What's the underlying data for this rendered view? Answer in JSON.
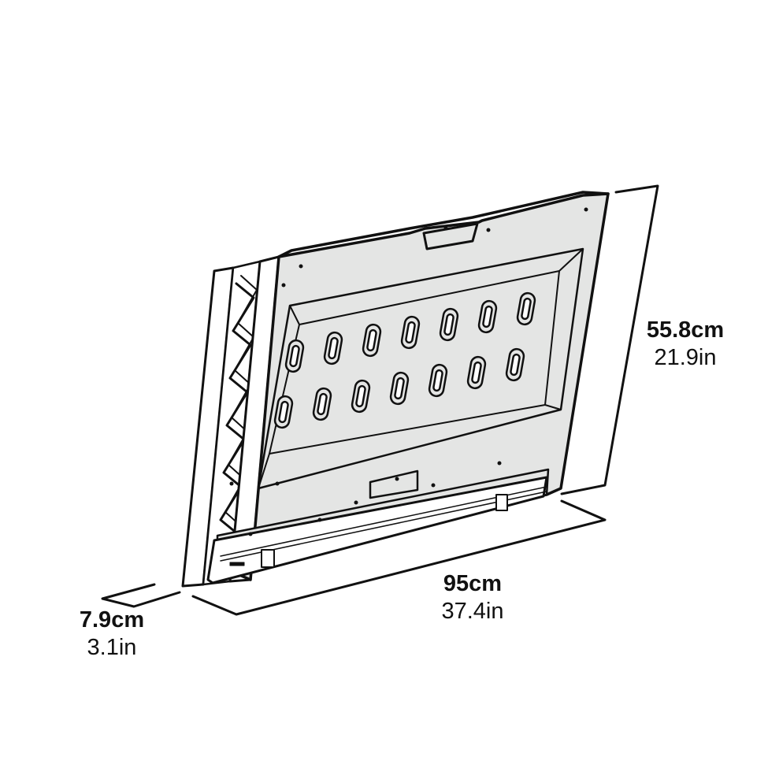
{
  "diagram": {
    "subject": "wall-mount panel",
    "colors": {
      "stroke": "#111111",
      "panel_fill": "#e4e5e4",
      "background": "#ffffff"
    },
    "dimensions": {
      "height": {
        "metric": "55.8cm",
        "imperial": "21.9in"
      },
      "width": {
        "metric": "95cm",
        "imperial": "37.4in"
      },
      "depth": {
        "metric": "7.9cm",
        "imperial": "3.1in"
      }
    },
    "slot_rows": 2,
    "slots_per_row": 7
  }
}
